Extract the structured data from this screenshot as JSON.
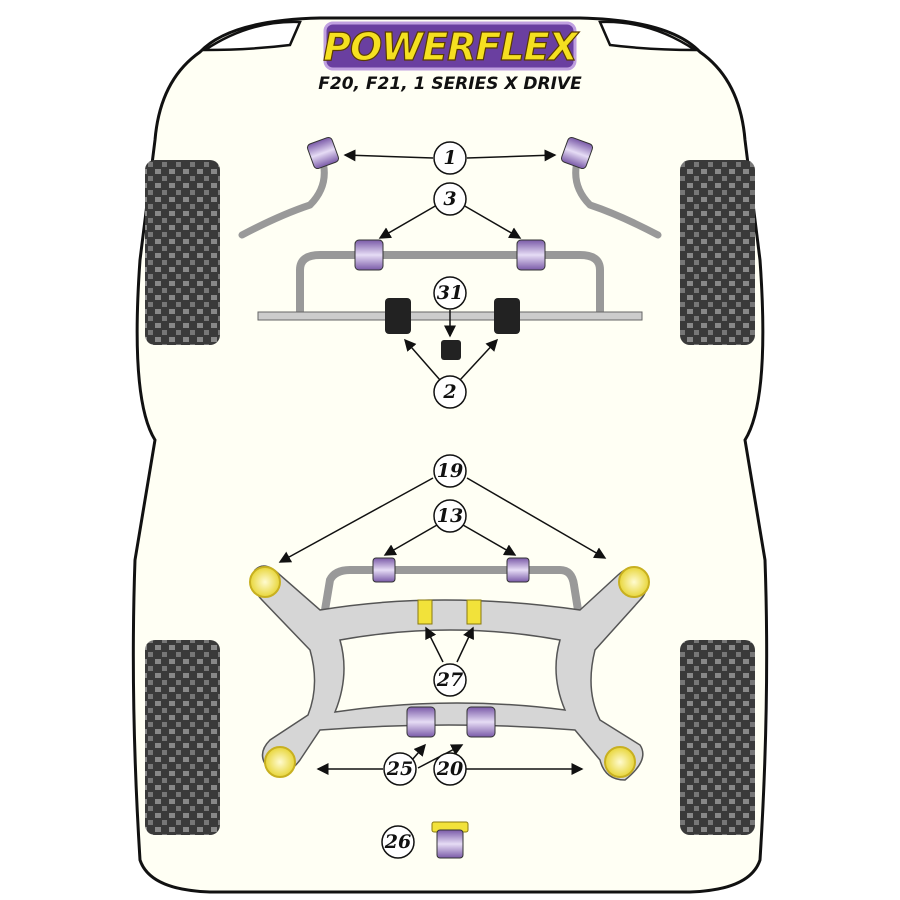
{
  "logo": {
    "text": "POWERFLEX"
  },
  "subtitle": "F20, F21, 1 SERIES X DRIVE",
  "labels": {
    "l1": "1",
    "l3": "3",
    "l31": "31",
    "l2": "2",
    "l19": "19",
    "l13": "13",
    "l27": "27",
    "l25": "25",
    "l20": "20",
    "l26": "26"
  },
  "colors": {
    "bush_purple": "#b49ad8",
    "bush_yellow": "#f2e23a",
    "subframe_grey": "#d6d6d6",
    "logo_purple": "#6a3fa0"
  }
}
